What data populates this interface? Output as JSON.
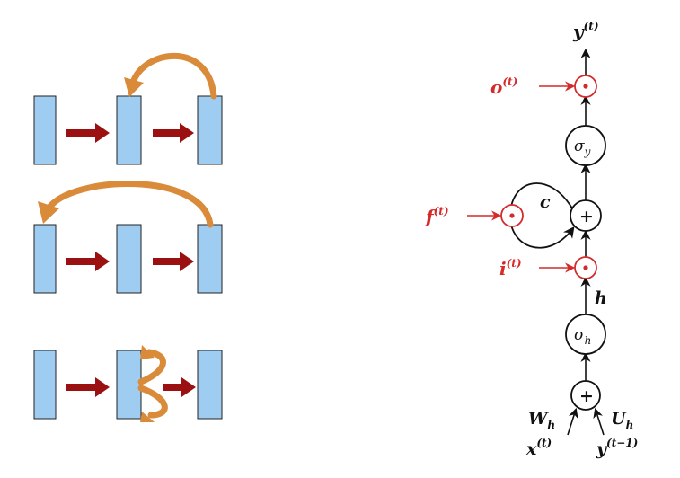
{
  "colors": {
    "block_fill": "#9fcdf2",
    "block_stroke": "#222222",
    "arrow_red": "#9b1010",
    "arrow_orange": "#d98b3a",
    "gate_red": "#d42a2a",
    "line_black": "#111111"
  },
  "lstm": {
    "output_label": "y",
    "output_sup": "(t)",
    "output_gate_label": "o",
    "output_gate_sup": "(t)",
    "sigma_y_base": "σ",
    "sigma_y_sub": "y",
    "forget_gate_label": "f",
    "forget_gate_sup": "(t)",
    "cell_label": "c",
    "plus_top": "+",
    "input_gate_label": "i",
    "input_gate_sup": "(t)",
    "hidden_label": "h",
    "sigma_h_base": "σ",
    "sigma_h_sub": "h",
    "plus_bottom": "+",
    "w_label": "W",
    "w_sub": "h",
    "u_label": "U",
    "u_sub": "h",
    "x_label": "x",
    "x_sup": "(t)",
    "y_prev_label": "y",
    "y_prev_sup": "(t−1)",
    "gate_dot": "⊙"
  }
}
